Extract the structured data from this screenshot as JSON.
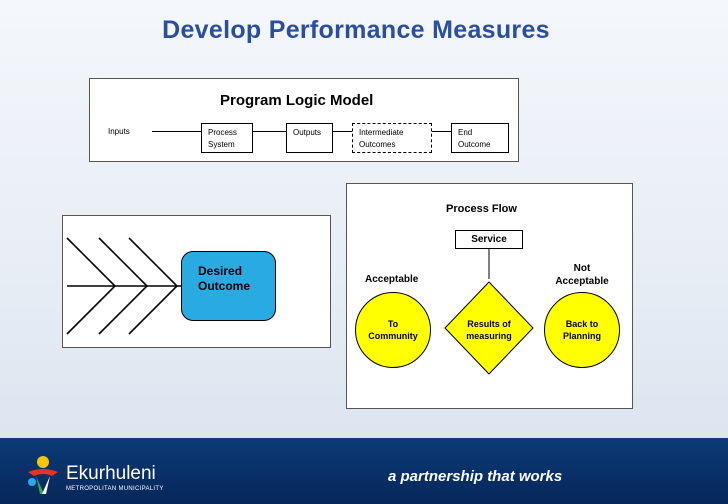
{
  "title": "Develop Performance Measures",
  "program_logic_model": {
    "title": "Program Logic Model",
    "boxes": [
      {
        "line1": "Inputs",
        "line2": ""
      },
      {
        "line1": "Process",
        "line2": "System"
      },
      {
        "line1": "Outputs",
        "line2": ""
      },
      {
        "line1": "Intermediate",
        "line2": "Outcomes"
      },
      {
        "line1": "End",
        "line2": "Outcome"
      }
    ]
  },
  "fishbone": {
    "outcome_line1": "Desired",
    "outcome_line2": "Outcome",
    "colors": {
      "outcome_fill": "#29abe2"
    }
  },
  "process_flow": {
    "title": "Process Flow",
    "service": "Service",
    "acceptable": "Acceptable",
    "not_acceptable_line1": "Not",
    "not_acceptable_line2": "Acceptable",
    "left_circle_line1": "To",
    "left_circle_line2": "Community",
    "diamond_line1": "Results of",
    "diamond_line2": "measuring",
    "right_circle_line1": "Back to",
    "right_circle_line2": "Planning",
    "colors": {
      "shape_fill": "#ffff00"
    }
  },
  "footer": {
    "logo_name": "Ekurhuleni",
    "logo_sub": "METROPOLITAN MUNICIPALITY",
    "tagline": "a partnership that works",
    "colors": {
      "background": "#0d3a78"
    }
  }
}
